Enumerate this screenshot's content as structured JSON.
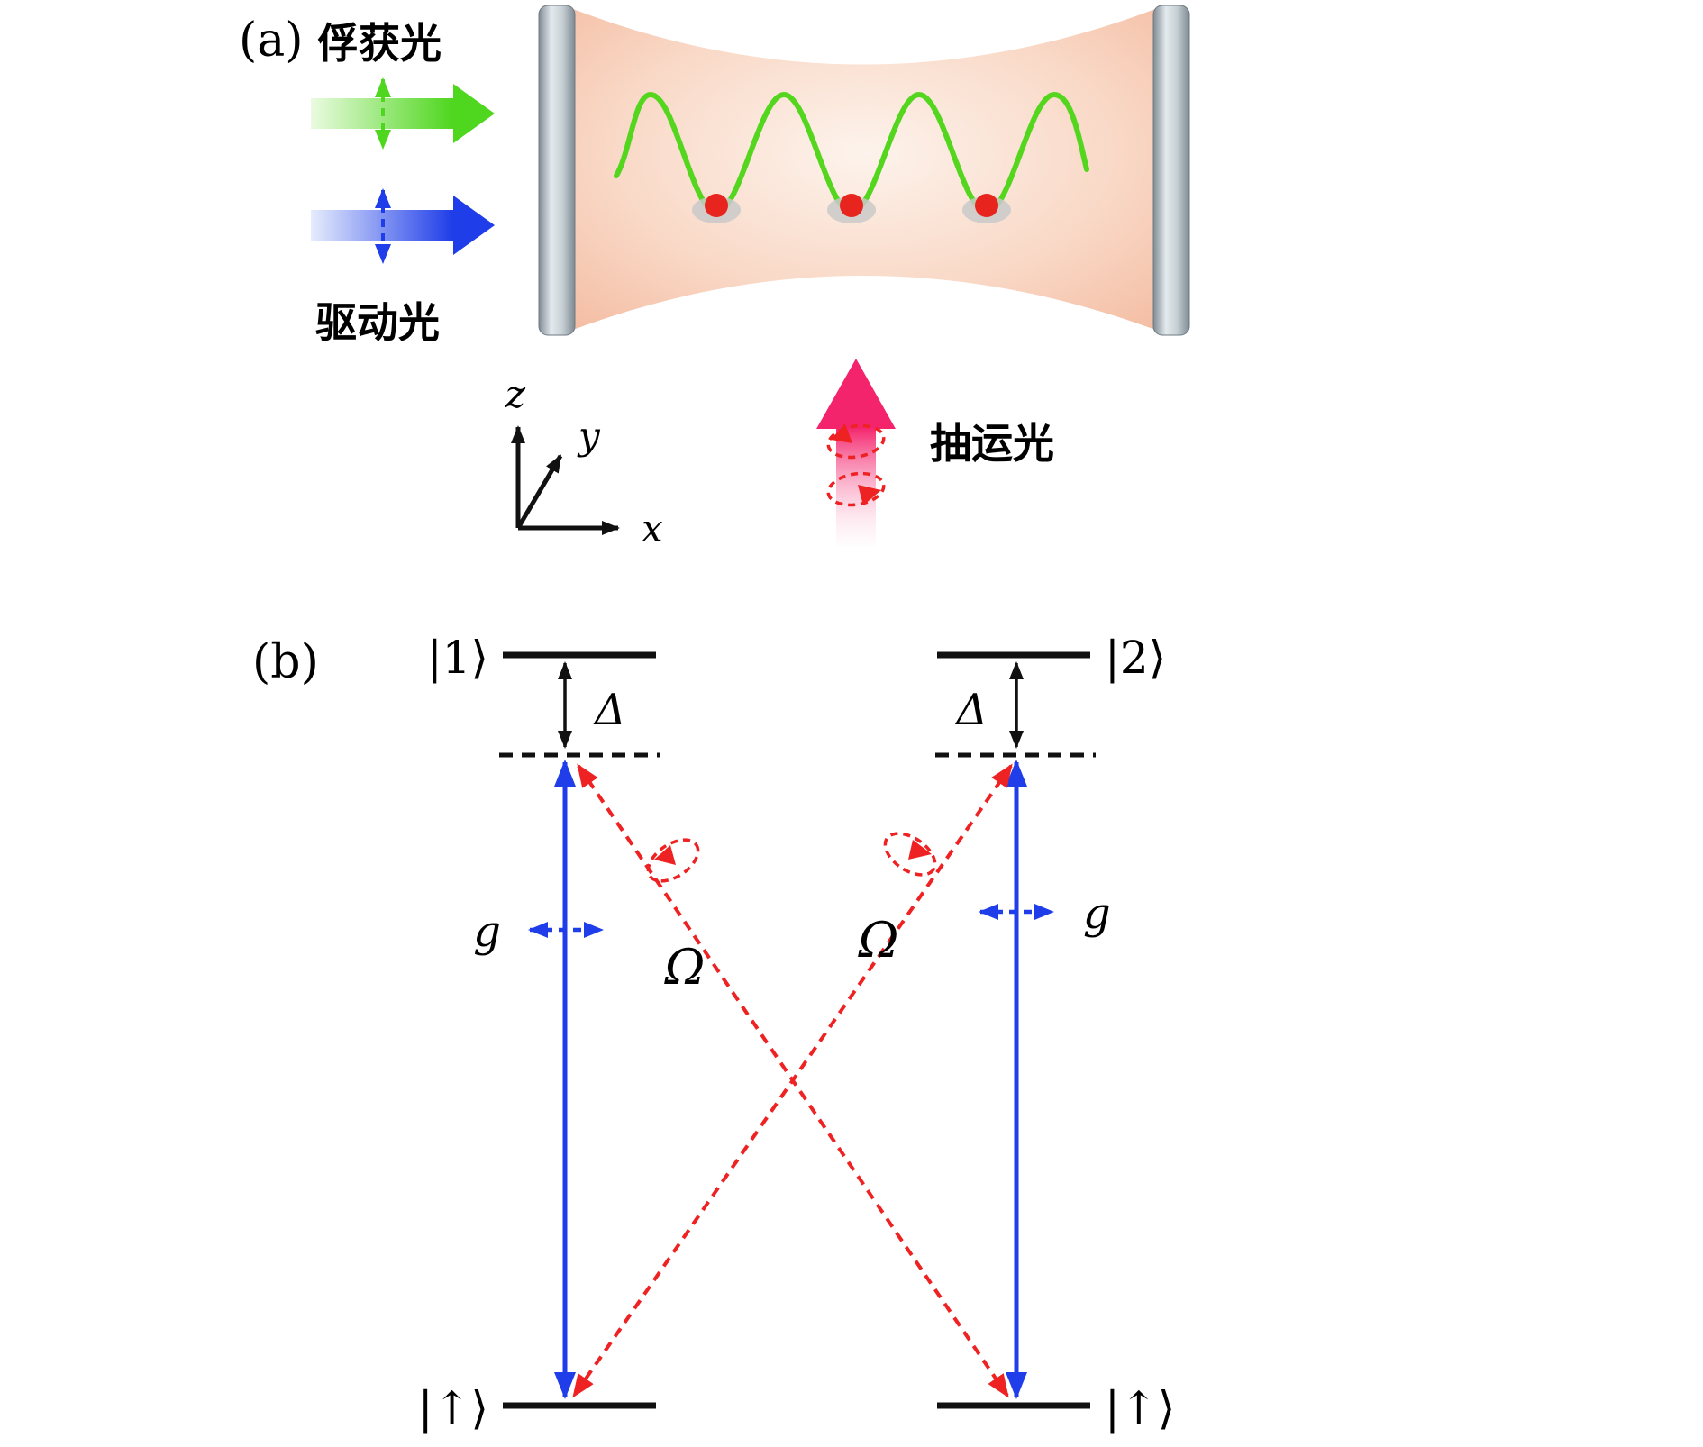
{
  "panel_a": {
    "label": "(a)",
    "trapping_light": "俘获光",
    "driving_light": "驱动光",
    "pump_light": "抽运光",
    "axis_z": "z",
    "axis_y": "y",
    "axis_x": "x"
  },
  "panel_b": {
    "label": "(b)",
    "excited_level_1": "|1⟩",
    "excited_level_2": "|2⟩",
    "ground_level_left": "|↑⟩",
    "ground_level_right": "|↑⟩",
    "detuning_left": "Δ",
    "detuning_right": "Δ",
    "cavity_coupling_left": "g",
    "cavity_coupling_right": "g",
    "rabi_frequency_left": "Ω",
    "rabi_frequency_right": "Ω"
  },
  "colors": {
    "trapping_green": "#4fd61e",
    "lattice_green": "#55d61e",
    "driving_blue": "#1f3de8",
    "pump_pink": "#f4246c",
    "transition_red": "#ee2222",
    "atom_red": "#e8241f",
    "cavity_mode_fill": "#f5c0a5",
    "mirror_gray": "#8f9aa2"
  }
}
